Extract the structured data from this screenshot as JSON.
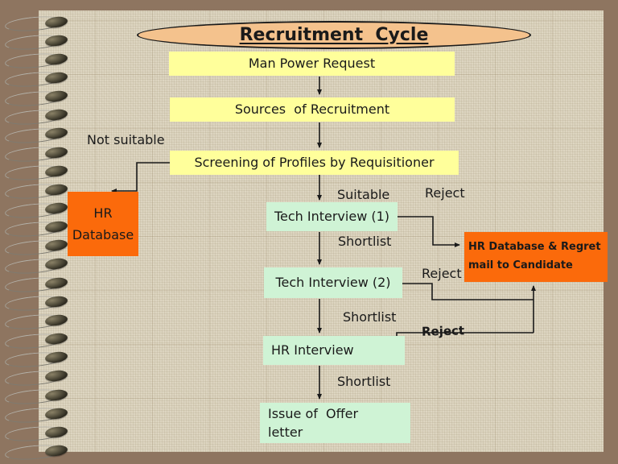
{
  "slide": {
    "title": "Recruitment  Cycle"
  },
  "boxes": {
    "manpower": "Man Power Request",
    "sources": "Sources  of Recruitment",
    "screening": "Screening of Profiles by Requisitioner",
    "tech1": "Tech Interview (1)",
    "tech2": "Tech Interview (2)",
    "hr_interview": "HR Interview",
    "offer_line1": "Issue of  Offer",
    "offer_line2": "letter",
    "hr_db_line1": "HR",
    "hr_db_line2": "Database",
    "regret_line1": "HR Database & Regret",
    "regret_line2": "mail to Candidate"
  },
  "labels": {
    "not_suitable": "Not suitable",
    "suitable": "Suitable",
    "reject": "Reject",
    "shortlist": "Shortlist"
  },
  "colors": {
    "frame_brown": "#8E7560",
    "page_beige": "#DCD4BF",
    "process_yellow": "#FFFF9B",
    "stage_green": "#CFF3D5",
    "alert_orange": "#FB6A0B",
    "title_peach": "#F4C28D",
    "line_black": "#1A1A1A"
  },
  "decorations": {
    "spiral_ring_count": 24
  }
}
